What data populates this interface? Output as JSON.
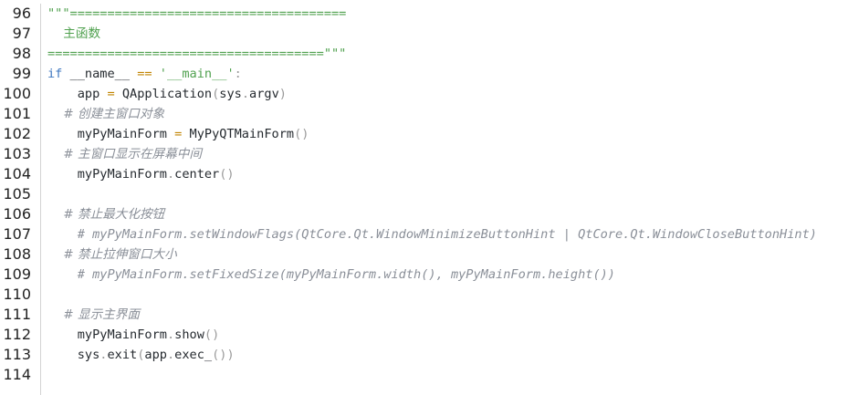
{
  "lines": [
    {
      "num": "96",
      "tokens": [
        {
          "t": "\"\"\"=====================================",
          "c": "str"
        }
      ]
    },
    {
      "num": "97",
      "tokens": [
        {
          "t": "    主函数",
          "c": "str"
        }
      ]
    },
    {
      "num": "98",
      "tokens": [
        {
          "t": "=====================================\"\"\"",
          "c": "str"
        }
      ]
    },
    {
      "num": "99",
      "tokens": [
        {
          "t": "if",
          "c": "kw"
        },
        {
          "t": " __name__ ",
          "c": "id"
        },
        {
          "t": "==",
          "c": "op"
        },
        {
          "t": " ",
          "c": "id"
        },
        {
          "t": "'__main__'",
          "c": "str"
        },
        {
          "t": ":",
          "c": "punc"
        }
      ]
    },
    {
      "num": "100",
      "tokens": [
        {
          "t": "    app ",
          "c": "id"
        },
        {
          "t": "=",
          "c": "op"
        },
        {
          "t": " QApplication",
          "c": "id"
        },
        {
          "t": "(",
          "c": "punc"
        },
        {
          "t": "sys",
          "c": "id"
        },
        {
          "t": ".",
          "c": "punc"
        },
        {
          "t": "argv",
          "c": "id"
        },
        {
          "t": ")",
          "c": "punc"
        }
      ]
    },
    {
      "num": "101",
      "tokens": [
        {
          "t": "    # 创建主窗口对象",
          "c": "cm"
        }
      ]
    },
    {
      "num": "102",
      "tokens": [
        {
          "t": "    myPyMainForm ",
          "c": "id"
        },
        {
          "t": "=",
          "c": "op"
        },
        {
          "t": " MyPyQTMainForm",
          "c": "id"
        },
        {
          "t": "()",
          "c": "punc"
        }
      ]
    },
    {
      "num": "103",
      "tokens": [
        {
          "t": "    # 主窗口显示在屏幕中间",
          "c": "cm"
        }
      ]
    },
    {
      "num": "104",
      "tokens": [
        {
          "t": "    myPyMainForm",
          "c": "id"
        },
        {
          "t": ".",
          "c": "punc"
        },
        {
          "t": "center",
          "c": "id"
        },
        {
          "t": "()",
          "c": "punc"
        }
      ]
    },
    {
      "num": "105",
      "tokens": []
    },
    {
      "num": "106",
      "tokens": [
        {
          "t": "    # 禁止最大化按钮",
          "c": "cm"
        }
      ]
    },
    {
      "num": "107",
      "tokens": [
        {
          "t": "    # myPyMainForm.setWindowFlags(QtCore.Qt.WindowMinimizeButtonHint | QtCore.Qt.WindowCloseButtonHint)",
          "c": "cm"
        }
      ]
    },
    {
      "num": "108",
      "tokens": [
        {
          "t": "    # 禁止拉伸窗口大小",
          "c": "cm"
        }
      ]
    },
    {
      "num": "109",
      "tokens": [
        {
          "t": "    # myPyMainForm.setFixedSize(myPyMainForm.width(), myPyMainForm.height())",
          "c": "cm"
        }
      ]
    },
    {
      "num": "110",
      "tokens": []
    },
    {
      "num": "111",
      "tokens": [
        {
          "t": "    # 显示主界面",
          "c": "cm"
        }
      ]
    },
    {
      "num": "112",
      "tokens": [
        {
          "t": "    myPyMainForm",
          "c": "id"
        },
        {
          "t": ".",
          "c": "punc"
        },
        {
          "t": "show",
          "c": "id"
        },
        {
          "t": "()",
          "c": "punc"
        }
      ]
    },
    {
      "num": "113",
      "tokens": [
        {
          "t": "    sys",
          "c": "id"
        },
        {
          "t": ".",
          "c": "punc"
        },
        {
          "t": "exit",
          "c": "id"
        },
        {
          "t": "(",
          "c": "punc"
        },
        {
          "t": "app",
          "c": "id"
        },
        {
          "t": ".",
          "c": "punc"
        },
        {
          "t": "exec_",
          "c": "id"
        },
        {
          "t": "())",
          "c": "punc"
        }
      ]
    },
    {
      "num": "114",
      "tokens": []
    }
  ],
  "colors": {
    "string": "#50a14f",
    "keyword": "#4078c0",
    "operator": "#c18401",
    "punctuation": "#9a9a9a",
    "comment": "#8a8f98",
    "identifier": "#24292e",
    "gutter_border": "#d4d4d4"
  }
}
